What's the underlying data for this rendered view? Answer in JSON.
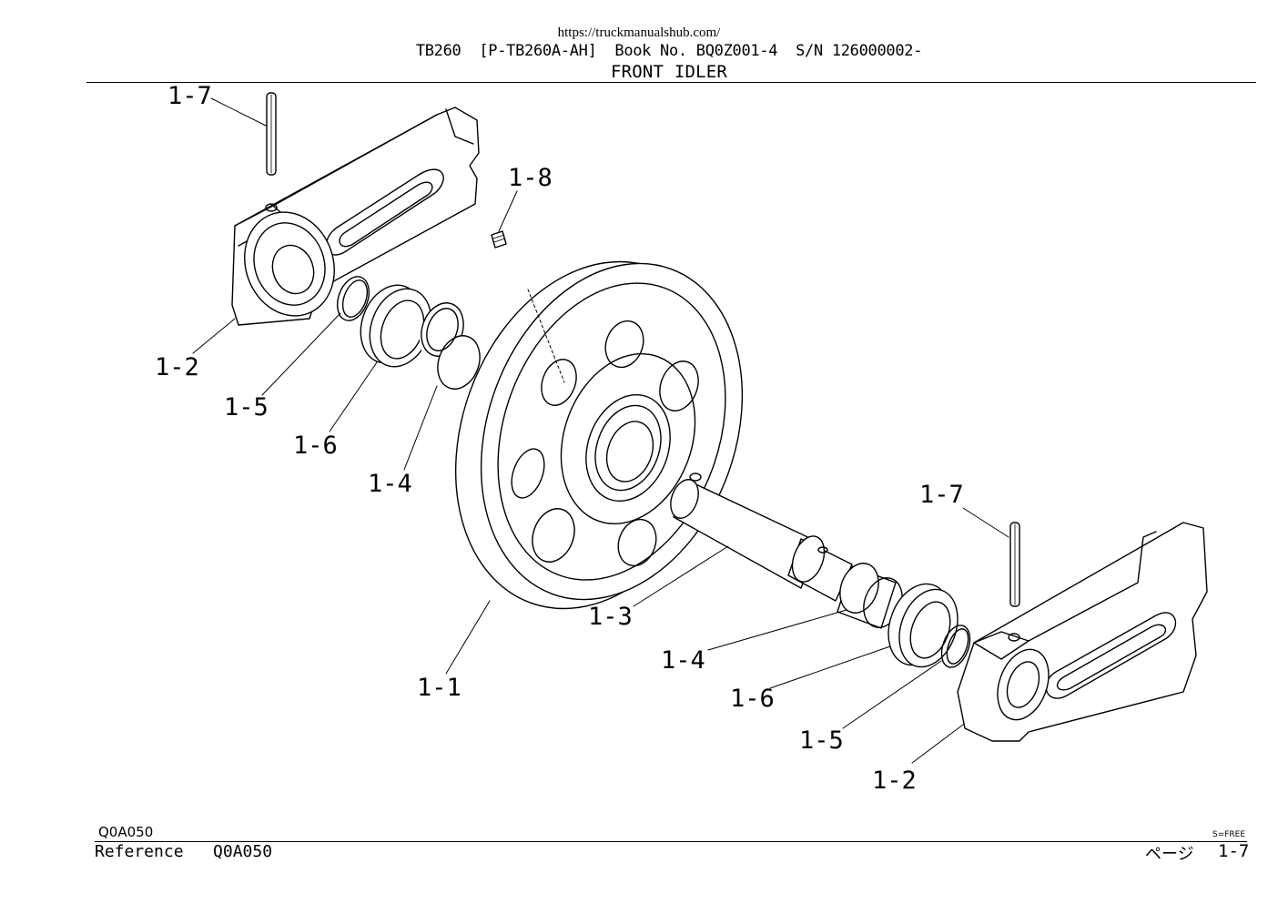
{
  "header": {
    "url": "https://truckmanualshub.com/",
    "line": "TB260  [P-TB260A-AH]  Book No. BQ0Z001-4  S/N 126000002-",
    "title": "FRONT IDLER"
  },
  "callouts": {
    "c17a": "1-7",
    "c18": "1-8",
    "c12a": "1-2",
    "c15a": "1-5",
    "c16a": "1-6",
    "c14a": "1-4",
    "c17b": "1-7",
    "c13": "1-3",
    "c11": "1-1",
    "c14b": "1-4",
    "c16b": "1-6",
    "c15b": "1-5",
    "c12b": "1-2"
  },
  "footer": {
    "ref_small": "Q0A050",
    "ref": "Reference   Q0A050",
    "scale": "S=FREE",
    "page_label": "ページ",
    "page": "1-7"
  }
}
